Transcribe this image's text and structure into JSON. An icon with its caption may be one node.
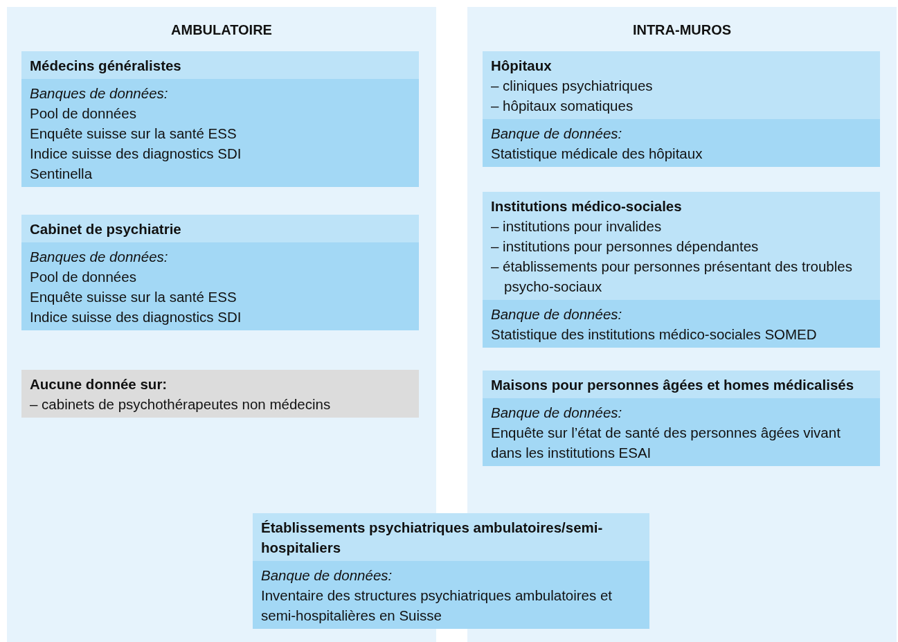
{
  "diagram": {
    "nodes": [
      {
        "text": [
          "AMBULATOIRE"
        ]
      },
      {
        "text": [
          "Médecins généralistes",
          "Banques de données:",
          "Pool de données",
          "Enquête suisse sur la santé ESS",
          "Indice suisse des diagnostics SDI",
          "Sentinella"
        ],
        "in": 0
      },
      {
        "text": [
          "Cabinet de psychiatrie",
          "Banques de données:",
          "Pool de données",
          "Enquête suisse sur la santé ESS",
          "Indice suisse des diagnostics SDI"
        ],
        "in": 0
      },
      {
        "text": [
          "Aucune donnée sur:",
          "– cabinets de psychothérapeutes non médecins"
        ],
        "in": 0
      },
      {
        "text": [
          "INTRA-MUROS"
        ]
      },
      {
        "text": [
          "Hôpitaux",
          "– cliniques psychiatriques",
          "– hôpitaux somatiques",
          "Banque de données:",
          "Statistique médicale des hôpitaux"
        ],
        "in": 4
      },
      {
        "text": [
          "Institutions médico-sociales",
          "– institutions pour invalides",
          "– institutions pour personnes dépendantes",
          "– établissements pour personnes présentant des troubles psycho-sociaux",
          "Banque de données:",
          "Statistique des institutions médico-sociales SOMED"
        ],
        "in": 4
      },
      {
        "text": [
          "Maisons pour personnes âgées et homes médicalisés",
          "Banque de données:",
          "Enquête sur l’état de santé des personnes âgées vivant dans les institutions ESAI"
        ],
        "in": 4
      },
      {
        "text": [
          "Établissements psychiatriques ambulatoires/semi-hospitaliers",
          "Banque de données:",
          "Inventaire des structures psychiatriques ambulatoires et semi-hospitalières en Suisse"
        ]
      }
    ],
    "edges": []
  }
}
